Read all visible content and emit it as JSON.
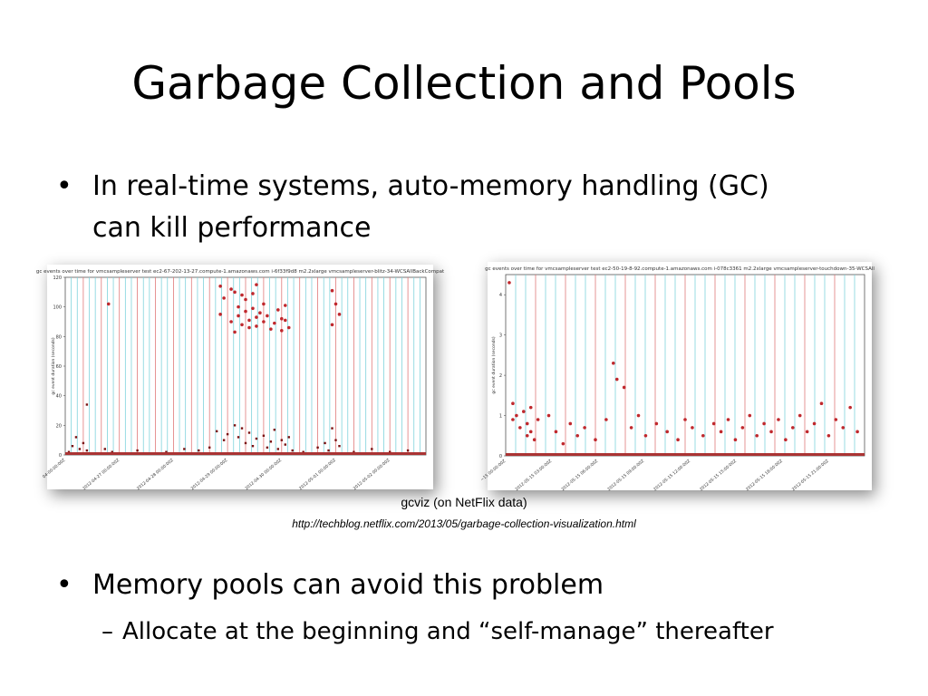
{
  "slide": {
    "title": "Garbage Collection and Pools",
    "bullet1": {
      "marker": "•",
      "line1": "In real-time systems, auto-memory handling (GC)",
      "line2": "can kill performance"
    },
    "caption": "gcviz (on NetFlix data)",
    "source_url": "http://techblog.netflix.com/2013/05/garbage-collection-visualization.html",
    "bullet2": {
      "marker": "•",
      "text": "Memory pools can avoid this problem"
    },
    "subbullet": {
      "marker": "–",
      "text": "Allocate at the beginning and “self-manage” thereafter"
    }
  },
  "chart_data": [
    {
      "type": "scatter",
      "title": "gc events over time for vmcsampleserver test ec2-67-202-13-27.compute-1.amazonaws.com i-6f33f9d8 m2.2xlarge vmcsampleserver-blitz-34-WCSAllBackCompat",
      "xlabel": "",
      "ylabel": "gc event duration (seconds)",
      "ylim": [
        0,
        120
      ],
      "yticks": [
        "0",
        "20",
        "40",
        "60",
        "80",
        "100",
        "120"
      ],
      "xticks": [
        "04-00:00:00Z",
        "2012-04-27 00:00:00Z",
        "2012-04-28 00:00:00Z",
        "2012-04-29 00:00:00Z",
        "2012-04-30 00:00:00Z",
        "2012-05-01 00:00:00Z",
        "2012-05-02 00:00:00Z"
      ],
      "grid": true,
      "points": [
        [
          0.12,
          102
        ],
        [
          0.43,
          114
        ],
        [
          0.44,
          106
        ],
        [
          0.43,
          95
        ],
        [
          0.46,
          90
        ],
        [
          0.47,
          110
        ],
        [
          0.48,
          100
        ],
        [
          0.48,
          94
        ],
        [
          0.49,
          88
        ],
        [
          0.5,
          105
        ],
        [
          0.5,
          97
        ],
        [
          0.51,
          91
        ],
        [
          0.51,
          86
        ],
        [
          0.52,
          109
        ],
        [
          0.52,
          99
        ],
        [
          0.53,
          93
        ],
        [
          0.53,
          87
        ],
        [
          0.54,
          96
        ],
        [
          0.55,
          102
        ],
        [
          0.56,
          94
        ],
        [
          0.57,
          85
        ],
        [
          0.58,
          89
        ],
        [
          0.59,
          98
        ],
        [
          0.6,
          92
        ],
        [
          0.6,
          84
        ],
        [
          0.61,
          101
        ],
        [
          0.61,
          91
        ],
        [
          0.62,
          86
        ],
        [
          0.46,
          112
        ],
        [
          0.47,
          83
        ],
        [
          0.49,
          108
        ],
        [
          0.53,
          115
        ],
        [
          0.55,
          90
        ],
        [
          0.74,
          111
        ],
        [
          0.75,
          102
        ],
        [
          0.76,
          95
        ],
        [
          0.74,
          88
        ]
      ],
      "low_points": [
        [
          0.01,
          2
        ],
        [
          0.02,
          6
        ],
        [
          0.03,
          12
        ],
        [
          0.04,
          4
        ],
        [
          0.05,
          8
        ],
        [
          0.06,
          3
        ],
        [
          0.08,
          1
        ],
        [
          0.11,
          4
        ],
        [
          0.13,
          2
        ],
        [
          0.16,
          1
        ],
        [
          0.2,
          3
        ],
        [
          0.23,
          1
        ],
        [
          0.28,
          2
        ],
        [
          0.33,
          4
        ],
        [
          0.37,
          3
        ],
        [
          0.4,
          5
        ],
        [
          0.42,
          16
        ],
        [
          0.44,
          10
        ],
        [
          0.45,
          14
        ],
        [
          0.47,
          20
        ],
        [
          0.48,
          12
        ],
        [
          0.49,
          18
        ],
        [
          0.5,
          8
        ],
        [
          0.51,
          15
        ],
        [
          0.52,
          6
        ],
        [
          0.53,
          11
        ],
        [
          0.55,
          13
        ],
        [
          0.56,
          5
        ],
        [
          0.57,
          9
        ],
        [
          0.58,
          17
        ],
        [
          0.59,
          4
        ],
        [
          0.6,
          10
        ],
        [
          0.61,
          7
        ],
        [
          0.62,
          12
        ],
        [
          0.63,
          3
        ],
        [
          0.66,
          2
        ],
        [
          0.7,
          5
        ],
        [
          0.72,
          8
        ],
        [
          0.73,
          3
        ],
        [
          0.74,
          18
        ],
        [
          0.75,
          10
        ],
        [
          0.76,
          6
        ],
        [
          0.8,
          2
        ],
        [
          0.85,
          4
        ],
        [
          0.9,
          2
        ],
        [
          0.95,
          3
        ],
        [
          0.98,
          1
        ],
        [
          0.06,
          34
        ]
      ]
    },
    {
      "type": "scatter",
      "title": "gc events over time for vmcsampleserver test ec2-50-19-8-92.compute-1.amazonaws.com i-078c3361 m2.2xlarge vmcsampleserver-touchdown-35-WCSAll",
      "xlabel": "",
      "ylabel": "gc event duration (seconds)",
      "ylim": [
        0,
        4.5
      ],
      "yticks": [
        "0",
        "1",
        "2",
        "3",
        "4"
      ],
      "xticks": [
        "~15 00:00:00Z",
        "2012-05-15 03:00:00Z",
        "2012-05-15 06:00:00Z",
        "2012-05-15 09:00:00Z",
        "2012-05-15 12:00:00Z",
        "2012-05-15 15:00:00Z",
        "2012-05-15 18:00:00Z",
        "2012-05-15 21:00:00Z"
      ],
      "grid": true,
      "points": [
        [
          0.01,
          4.3
        ],
        [
          0.02,
          1.3
        ],
        [
          0.02,
          0.9
        ],
        [
          0.03,
          1.0
        ],
        [
          0.04,
          0.7
        ],
        [
          0.05,
          1.1
        ],
        [
          0.06,
          0.5
        ],
        [
          0.06,
          0.8
        ],
        [
          0.07,
          0.6
        ],
        [
          0.07,
          1.2
        ],
        [
          0.08,
          0.4
        ],
        [
          0.09,
          0.9
        ],
        [
          0.12,
          1.0
        ],
        [
          0.14,
          0.6
        ],
        [
          0.16,
          0.3
        ],
        [
          0.18,
          0.8
        ],
        [
          0.2,
          0.5
        ],
        [
          0.22,
          0.7
        ],
        [
          0.25,
          0.4
        ],
        [
          0.28,
          0.9
        ],
        [
          0.3,
          2.3
        ],
        [
          0.31,
          1.9
        ],
        [
          0.33,
          1.7
        ],
        [
          0.35,
          0.7
        ],
        [
          0.37,
          1.0
        ],
        [
          0.39,
          0.5
        ],
        [
          0.42,
          0.8
        ],
        [
          0.45,
          0.6
        ],
        [
          0.48,
          0.4
        ],
        [
          0.5,
          0.9
        ],
        [
          0.52,
          0.7
        ],
        [
          0.55,
          0.5
        ],
        [
          0.58,
          0.8
        ],
        [
          0.6,
          0.6
        ],
        [
          0.62,
          0.9
        ],
        [
          0.64,
          0.4
        ],
        [
          0.66,
          0.7
        ],
        [
          0.68,
          1.0
        ],
        [
          0.7,
          0.5
        ],
        [
          0.72,
          0.8
        ],
        [
          0.74,
          0.6
        ],
        [
          0.76,
          0.9
        ],
        [
          0.78,
          0.4
        ],
        [
          0.8,
          0.7
        ],
        [
          0.82,
          1.0
        ],
        [
          0.84,
          0.6
        ],
        [
          0.86,
          0.8
        ],
        [
          0.88,
          1.3
        ],
        [
          0.9,
          0.5
        ],
        [
          0.92,
          0.9
        ],
        [
          0.94,
          0.7
        ],
        [
          0.96,
          1.2
        ],
        [
          0.98,
          0.6
        ]
      ]
    }
  ]
}
